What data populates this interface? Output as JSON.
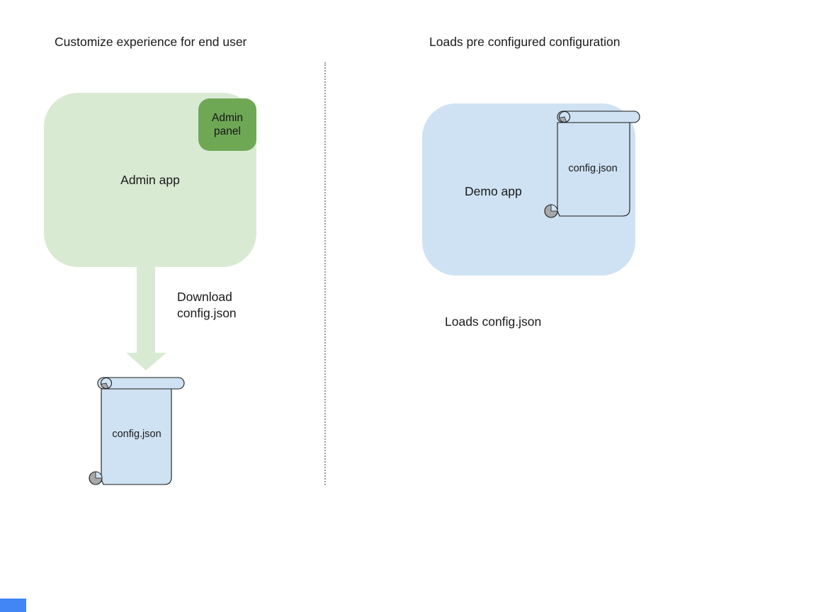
{
  "left_section": {
    "header": "Customize experience for end user",
    "admin_app": {
      "label": "Admin app",
      "fill": "#d9ead3"
    },
    "admin_panel": {
      "line1": "Admin",
      "line2": "panel",
      "fill": "#6ea855"
    },
    "download_arrow": {
      "line1": "Download",
      "line2": "config.json",
      "fill": "#d9ead3"
    },
    "config_file": {
      "label": "config.json",
      "fill": "#cfe2f3"
    }
  },
  "right_section": {
    "header": "Loads pre configured configuration",
    "demo_app": {
      "label": "Demo app",
      "fill": "#cfe2f3"
    },
    "config_file": {
      "label": "config.json",
      "fill": "#cfe2f3"
    },
    "caption": "Loads config.json"
  },
  "colors": {
    "background": "#ffffff",
    "light_green": "#d9ead3",
    "panel_green": "#6ea855",
    "light_blue": "#cfe2f3",
    "shape_outline": "#1a1a1a",
    "scroll_curl_gray": "#a8a8a8",
    "divider_gray": "#9a9a9a",
    "corner_blue": "#4285f4",
    "text": "#1a1a1a"
  }
}
